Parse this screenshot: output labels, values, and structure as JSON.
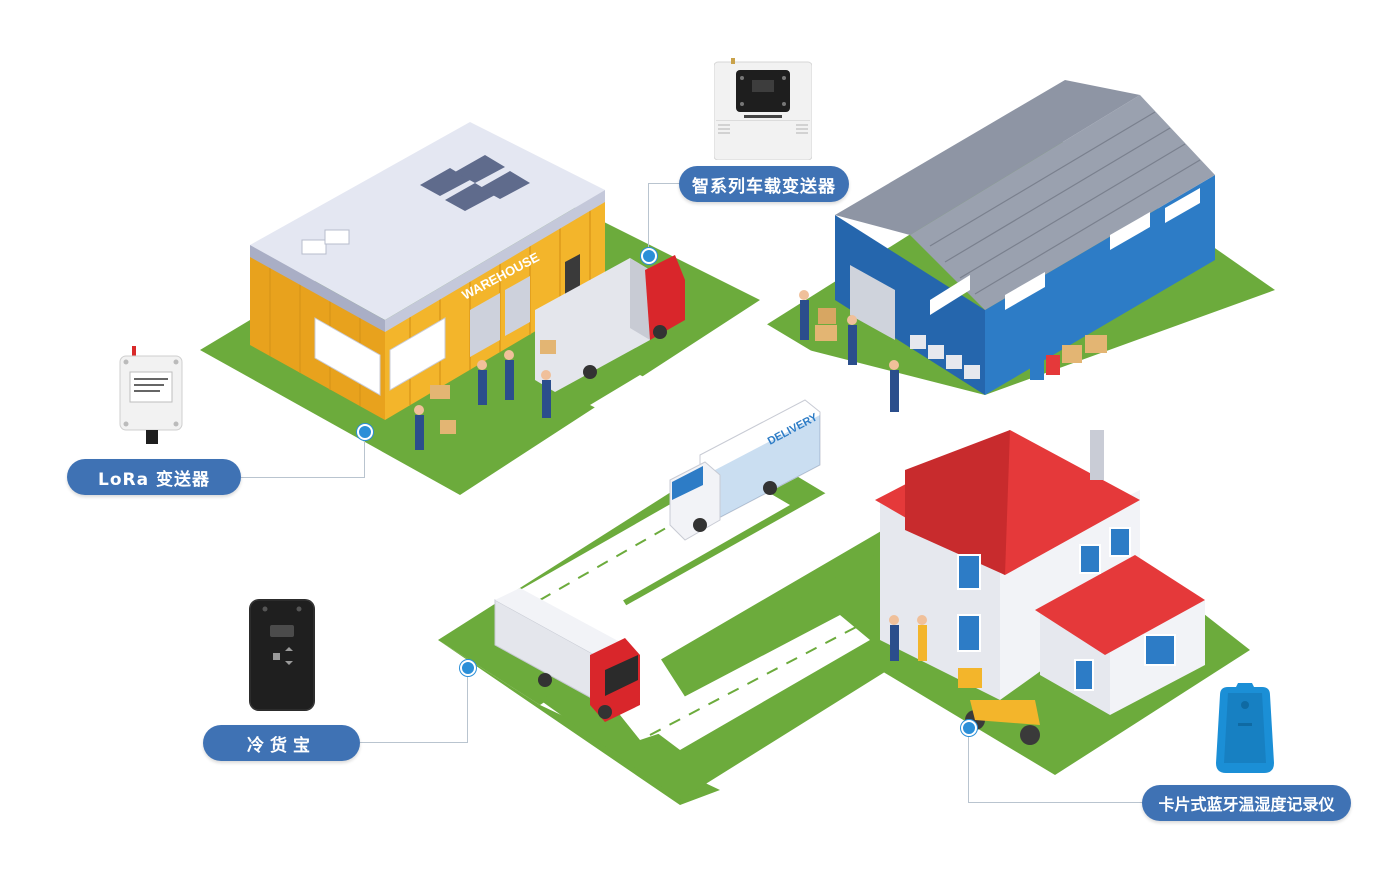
{
  "labels": {
    "vehicle_transmitter": "智系列车载变送器",
    "lora_transmitter": "LoRa 变送器",
    "cold_box": "冷货宝",
    "card_logger": "卡片式蓝牙温湿度记录仪"
  },
  "building_signs": {
    "warehouse": "WAREHOUSE",
    "truck_delivery": "DELIVERY"
  },
  "colors": {
    "accent_blue": "#3f72b4",
    "dot_blue": "#2b8fd8",
    "grass_green": "#6cab3c",
    "road_gray": "#e9edf0",
    "warehouse_yellow": "#f3b52b",
    "warehouse_blue": "#2d7cc6",
    "roof_red": "#e5393a",
    "truck_red": "#d9262b"
  },
  "icons": [
    "vehicle-transmitter-device-icon",
    "lora-transmitter-device-icon",
    "cold-box-device-icon",
    "card-logger-device-icon"
  ]
}
